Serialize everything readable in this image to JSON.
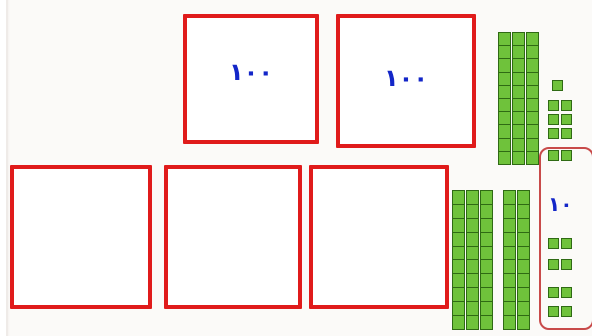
{
  "hundreds_blocks": [
    {
      "label": "١٠٠"
    },
    {
      "label": "١٠٠"
    },
    {
      "label": ""
    },
    {
      "label": ""
    },
    {
      "label": ""
    }
  ],
  "tens_group_label": "١٠",
  "colors": {
    "box_border": "#e01b1b",
    "label_text": "#1326c8",
    "rod_fill": "#6fc23b",
    "rod_outline": "#2f6a14",
    "group_outline": "#c84a4a"
  }
}
